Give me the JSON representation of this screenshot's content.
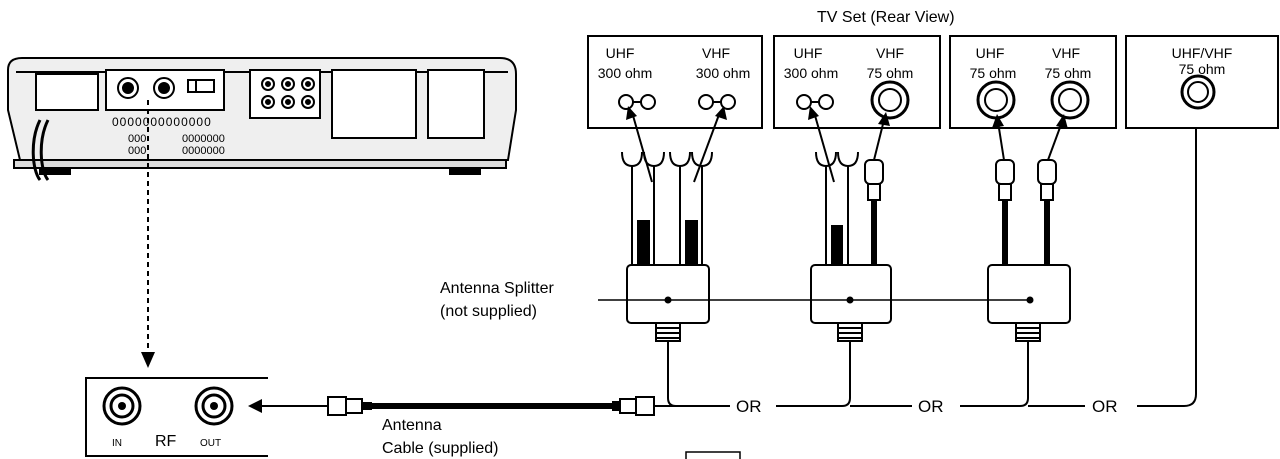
{
  "tv": {
    "title": "TV Set (Rear View)",
    "panel1": {
      "left_label": "UHF",
      "left_ohm": "300 ohm",
      "right_label": "VHF",
      "right_ohm": "300 ohm"
    },
    "panel2": {
      "left_label": "UHF",
      "left_ohm": "300 ohm",
      "right_label": "VHF",
      "right_ohm": "75 ohm"
    },
    "panel3": {
      "left_label": "UHF",
      "left_ohm": "75 ohm",
      "right_label": "VHF",
      "right_ohm": "75 ohm"
    },
    "panel4": {
      "label": "UHF/VHF",
      "ohm": "75 ohm"
    }
  },
  "splitter": {
    "line1": "Antenna Splitter",
    "line2": "(not supplied)"
  },
  "or_labels": [
    "OR",
    "OR",
    "OR"
  ],
  "rf": {
    "label": "RF",
    "in_label": "IN",
    "out_label": "OUT"
  },
  "cable": {
    "line1": "Antenna",
    "line2": "Cable (supplied)"
  },
  "vcr": {
    "vent_row_top": "0000000000000",
    "vent_mid_a": "0000000",
    "vent_mid_b": "0000000",
    "vent_left_a": "000",
    "vent_left_b": "000"
  },
  "colors": {
    "ink": "#000000",
    "paper": "#ffffff",
    "panel_gray": "#e6e6e6"
  }
}
